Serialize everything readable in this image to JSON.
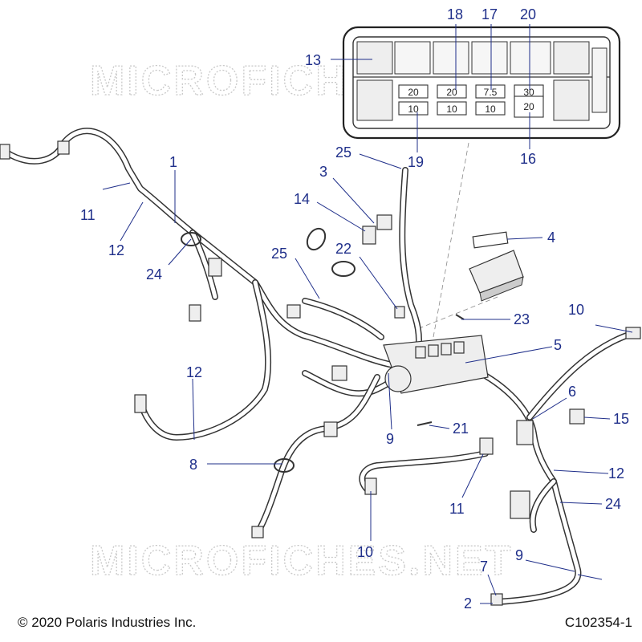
{
  "watermark": "MICROFICHES.NET",
  "copyright": "© 2020 Polaris Industries Inc.",
  "drawing_id": "C102354-1",
  "fuse_box": {
    "top_row": [
      "20",
      "20",
      "7.5",
      "30"
    ],
    "bottom_row": [
      "10",
      "10",
      "10",
      "20"
    ]
  },
  "callouts": {
    "c1": "1",
    "c2": "2",
    "c3": "3",
    "c4": "4",
    "c5": "5",
    "c6": "6",
    "c7": "7",
    "c8": "8",
    "c9a": "9",
    "c9b": "9",
    "c10a": "10",
    "c10b": "10",
    "c11a": "11",
    "c11b": "11",
    "c12a": "12",
    "c12b": "12",
    "c12c": "12",
    "c13": "13",
    "c14": "14",
    "c15": "15",
    "c16": "16",
    "c17": "17",
    "c18": "18",
    "c19": "19",
    "c20": "20",
    "c21": "21",
    "c22": "22",
    "c23": "23",
    "c24a": "24",
    "c24b": "24",
    "c25a": "25",
    "c25b": "25"
  }
}
